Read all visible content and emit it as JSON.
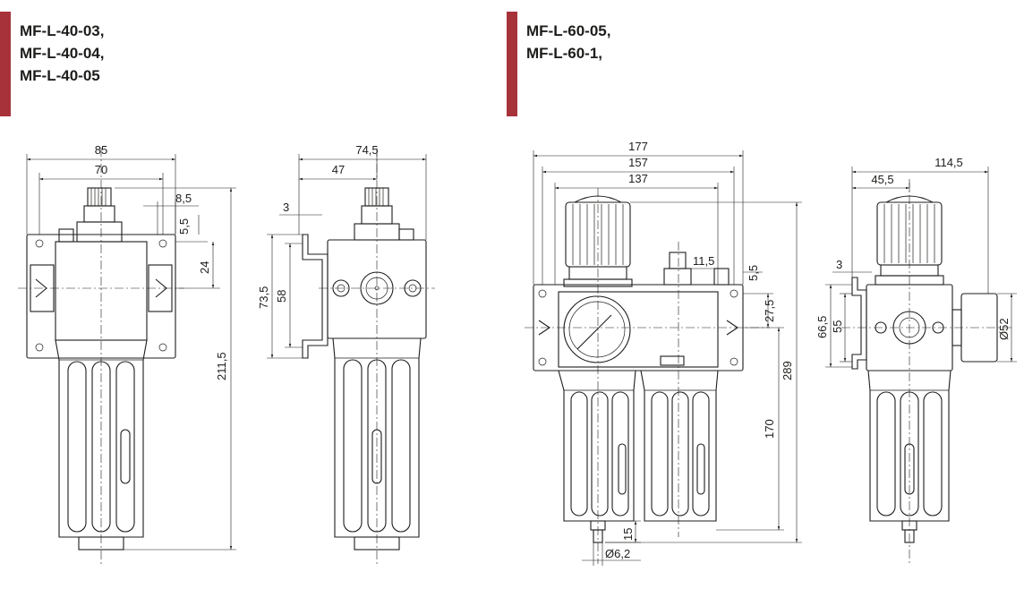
{
  "headers": {
    "left": "MF-L-40-03,\nMF-L-40-04,\nMF-L-40-05",
    "right": "MF-L-60-05,\nMF-L-60-1,"
  },
  "colors": {
    "accent": "#a8323a",
    "line": "#1d1d1b"
  },
  "dims": {
    "l1_85": "85",
    "l1_70": "70",
    "l1_8_5": "8,5",
    "l1_5_5": "5,5",
    "l1_24": "24",
    "l1_211_5": "211,5",
    "l2_74_5": "74,5",
    "l2_47": "47",
    "l2_3": "3",
    "l2_73_5": "73,5",
    "l2_58": "58",
    "r1_177": "177",
    "r1_157": "157",
    "r1_137": "137",
    "r1_11_5": "11,5",
    "r1_5_5": "5,5",
    "r1_27_5": "27,5",
    "r1_289": "289",
    "r1_170": "170",
    "r1_15": "15",
    "r1_d6_2": "Ø6,2",
    "r2_114_5": "114,5",
    "r2_45_5": "45,5",
    "r2_3": "3",
    "r2_66_5": "66,5",
    "r2_55": "55",
    "r2_d52": "Ø52"
  }
}
